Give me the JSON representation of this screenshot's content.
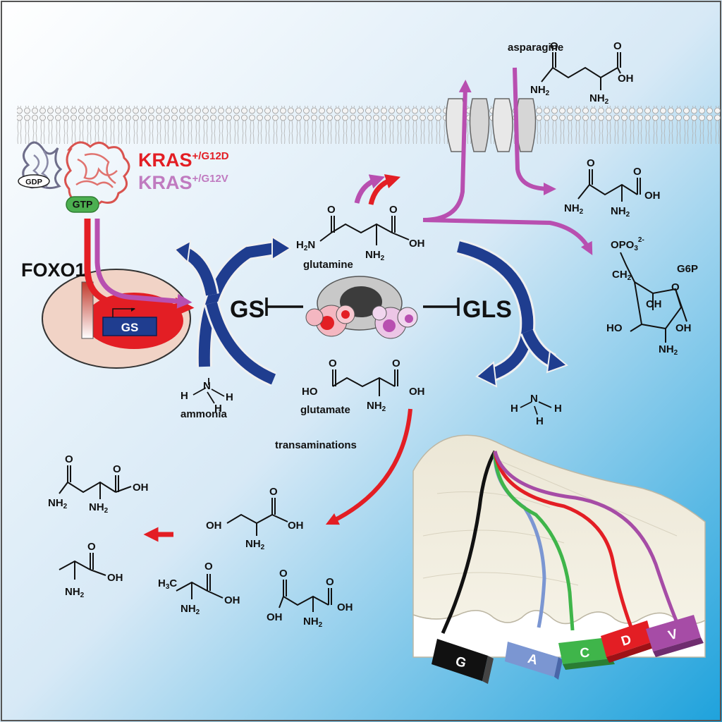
{
  "labels": {
    "kras_g12d_base": "KRAS",
    "kras_g12d_sup": "+/G12D",
    "kras_g12v_base": "KRAS",
    "kras_g12v_sup": "+/G12V",
    "gdp": "GDP",
    "gtp": "GTP",
    "foxo1": "FOXO1",
    "gs_gene": "GS",
    "gs_enzyme": "GS",
    "gls_enzyme": "GLS",
    "asparagine": "asparagine",
    "glutamine": "glutamine",
    "glutamate": "glutamate",
    "ammonia": "ammonia",
    "g6p": "G6P",
    "transaminations": "transaminations"
  },
  "chem": {
    "O": "O",
    "OH": "OH",
    "HO": "HO",
    "NH": "NH",
    "H2N": "H",
    "sub2": "2",
    "H": "H",
    "N": "N",
    "H3C": "H",
    "sub3": "3",
    "OPO": "OPO",
    "charge": "2-",
    "CH": "CH"
  },
  "landscape_lanes": [
    "G",
    "A",
    "C",
    "D",
    "V"
  ],
  "colors": {
    "g12d_red": "#e31e24",
    "g12v_purple": "#b84fb0",
    "enzyme_blue": "#1f3d8f",
    "lane_G": "#111111",
    "lane_A": "#7b96d2",
    "lane_C": "#3fb54a",
    "lane_D": "#e31e24",
    "lane_V": "#a64ca6"
  }
}
